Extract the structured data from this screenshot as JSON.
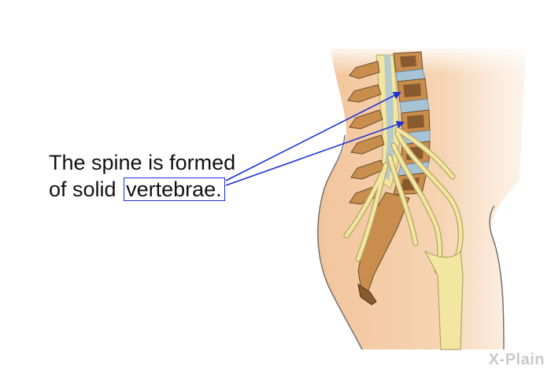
{
  "caption": {
    "line1": "The spine is formed",
    "line2_prefix": "of solid",
    "highlight_term": "vertebrae."
  },
  "logo": {
    "text": "X-Plain"
  },
  "colors": {
    "skin": "#f4cfa8",
    "skin_outline": "#6a6a6a",
    "vertebra_body": "#c98d4e",
    "vertebra_core": "#8a5a2f",
    "disc": "#a7c4d6",
    "nerve": "#f3e6a0",
    "nerve_outline": "#b2a564",
    "arrow": "#1f2fd6"
  }
}
